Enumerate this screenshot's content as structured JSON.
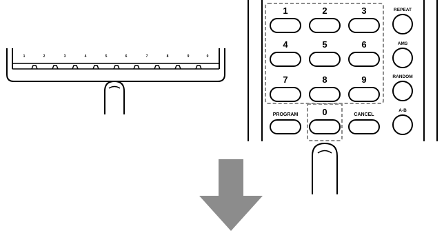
{
  "left_panel": {
    "slot_labels": [
      "1",
      "2",
      "3",
      "4",
      "5",
      "6",
      "7",
      "8",
      "9",
      "0"
    ]
  },
  "remote": {
    "number_keys": [
      {
        "label": "1"
      },
      {
        "label": "2"
      },
      {
        "label": "3"
      },
      {
        "label": "4"
      },
      {
        "label": "5"
      },
      {
        "label": "6"
      },
      {
        "label": "7"
      },
      {
        "label": "8"
      },
      {
        "label": "9"
      }
    ],
    "zero_key": {
      "label": "0"
    },
    "program_key": {
      "label": "PROGRAM"
    },
    "cancel_key": {
      "label": "CANCEL"
    },
    "side_keys": [
      {
        "label": "REPEAT"
      },
      {
        "label": "AMS"
      },
      {
        "label": "RANDOM"
      },
      {
        "label": "A-B"
      }
    ]
  },
  "colors": {
    "line": "#000000",
    "dashed_outline": "#8c8c8c",
    "arrow": "#8c8c8c",
    "background": "#ffffff"
  },
  "icons": [
    "finger-press-icon",
    "finger-press-icon",
    "down-arrow-icon"
  ]
}
